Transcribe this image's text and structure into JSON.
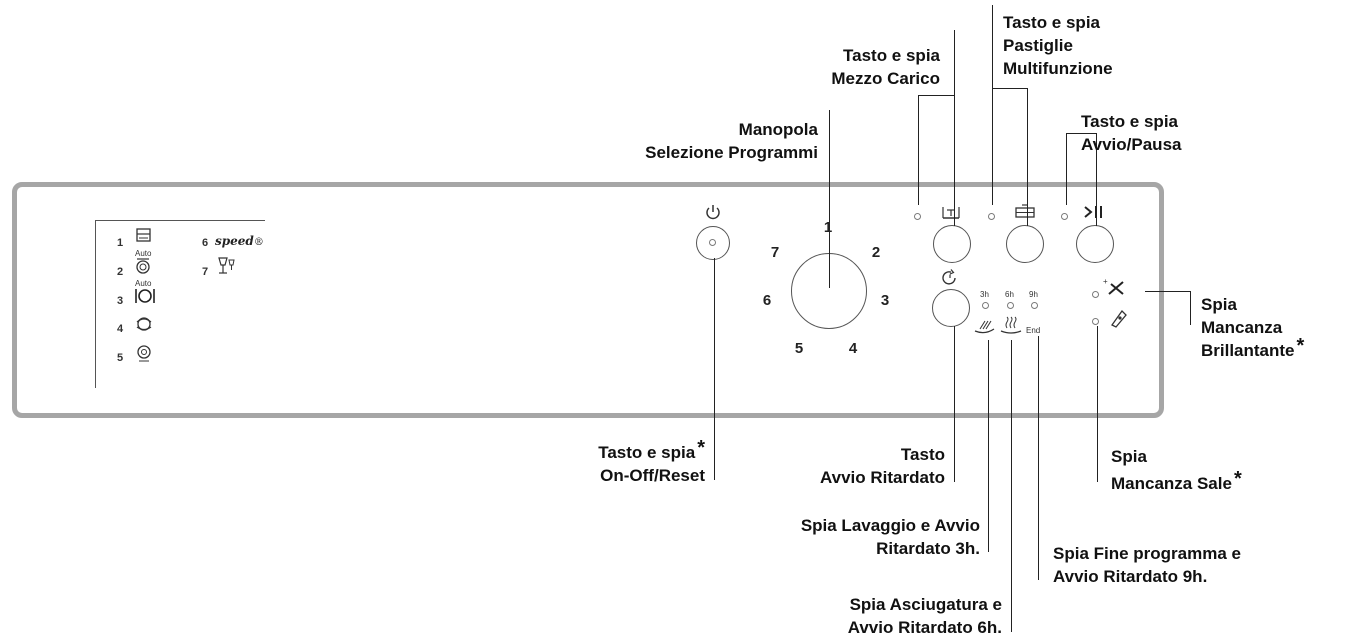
{
  "labels": {
    "mezzo_carico": [
      "Tasto e spia",
      "Mezzo  Carico"
    ],
    "pastiglie": [
      "Tasto e spia",
      "Pastiglie",
      "Multifunzione"
    ],
    "avvio_pausa": [
      "Tasto e spia",
      "Avvio/Pausa"
    ],
    "manopola": [
      "Manopola",
      "Selezione  Programmi"
    ],
    "spia_brillantante": [
      "Spia",
      "Mancanza",
      "Brillantante"
    ],
    "on_off": [
      "Tasto e spia",
      "On-Off/Reset"
    ],
    "avvio_ritardato": [
      "Tasto",
      "Avvio  Ritardato"
    ],
    "spia_sale": [
      "Spia",
      "Mancanza  Sale"
    ],
    "spia_lavaggio": [
      "Spia Lavaggio  e  Avvio",
      "Ritardato  3h."
    ],
    "spia_fine": [
      "Spia  Fine  programma  e",
      "Avvio  Ritardato  9h."
    ],
    "spia_asciugatura": [
      "Spia  Asciugatura e",
      "Avvio  Ritardato  6h."
    ],
    "asterisk": "*"
  },
  "programs": {
    "numbers": [
      "1",
      "2",
      "3",
      "4",
      "5",
      "6",
      "7"
    ],
    "auto": "Auto",
    "speed": "speed",
    "speed_mark": "®"
  },
  "knob_numbers": [
    "1",
    "2",
    "3",
    "4",
    "5",
    "6",
    "7"
  ],
  "delay": {
    "t3": "3h",
    "t6": "6h",
    "t9": "9h",
    "end": "End"
  },
  "icons": {
    "power": "power-icon",
    "half_load": "half-load-icon",
    "tablet": "multifunction-tablet-icon",
    "play_pause": "play-pause-icon",
    "delay": "delay-timer-icon",
    "rinse_aid": "rinse-aid-icon",
    "salt": "salt-icon"
  },
  "colors": {
    "panel_border": "#a6a6a6",
    "text": "#111111"
  }
}
